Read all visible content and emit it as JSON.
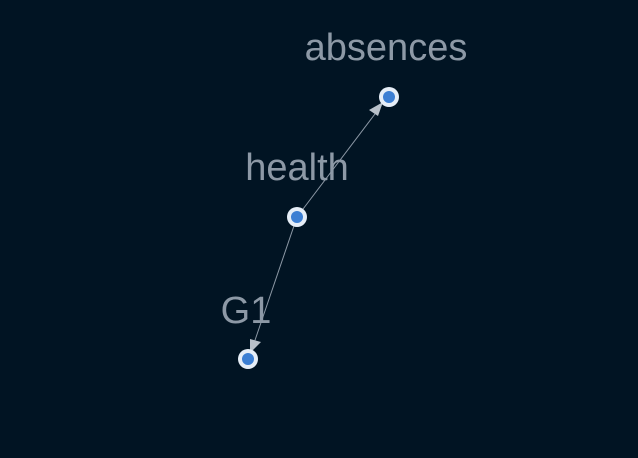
{
  "graph": {
    "background_color": "#011423",
    "label_color": "#8d99a6",
    "node_color": "#3c7fd3",
    "node_ring_color": "#e6eef7",
    "edge_color": "#8d99a6",
    "nodes": [
      {
        "id": "health",
        "label": "health"
      },
      {
        "id": "absences",
        "label": "absences"
      },
      {
        "id": "G1",
        "label": "G1"
      }
    ],
    "edges": [
      {
        "from": "health",
        "to": "absences",
        "directed": true
      },
      {
        "from": "health",
        "to": "G1",
        "directed": true
      }
    ]
  }
}
